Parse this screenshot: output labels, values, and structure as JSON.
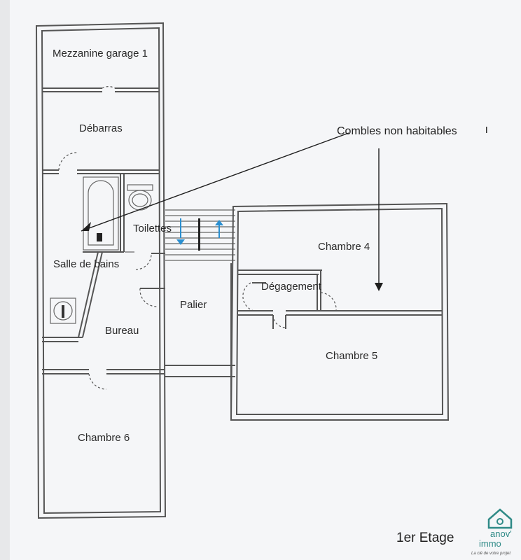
{
  "rooms": {
    "mezzanine": "Mezzanine garage 1",
    "debarras": "Débarras",
    "salle_de_bains": "Salle de bains",
    "toilettes": "Toilettes",
    "bureau": "Bureau",
    "palier": "Palier",
    "chambre4": "Chambre 4",
    "degagement": "Dégagement",
    "chambre5": "Chambre 5",
    "chambre6": "Chambre 6"
  },
  "annotation": "Combles non habitables",
  "floor_label": "1er Etage",
  "logo": {
    "line1": "anov'",
    "line2": "immo",
    "tagline": "La clé de votre projet"
  },
  "colors": {
    "paper": "#f6f7f9",
    "walls": "#555555",
    "stair_arrows": "#2a8fd0",
    "logo": "#2f8a87"
  }
}
